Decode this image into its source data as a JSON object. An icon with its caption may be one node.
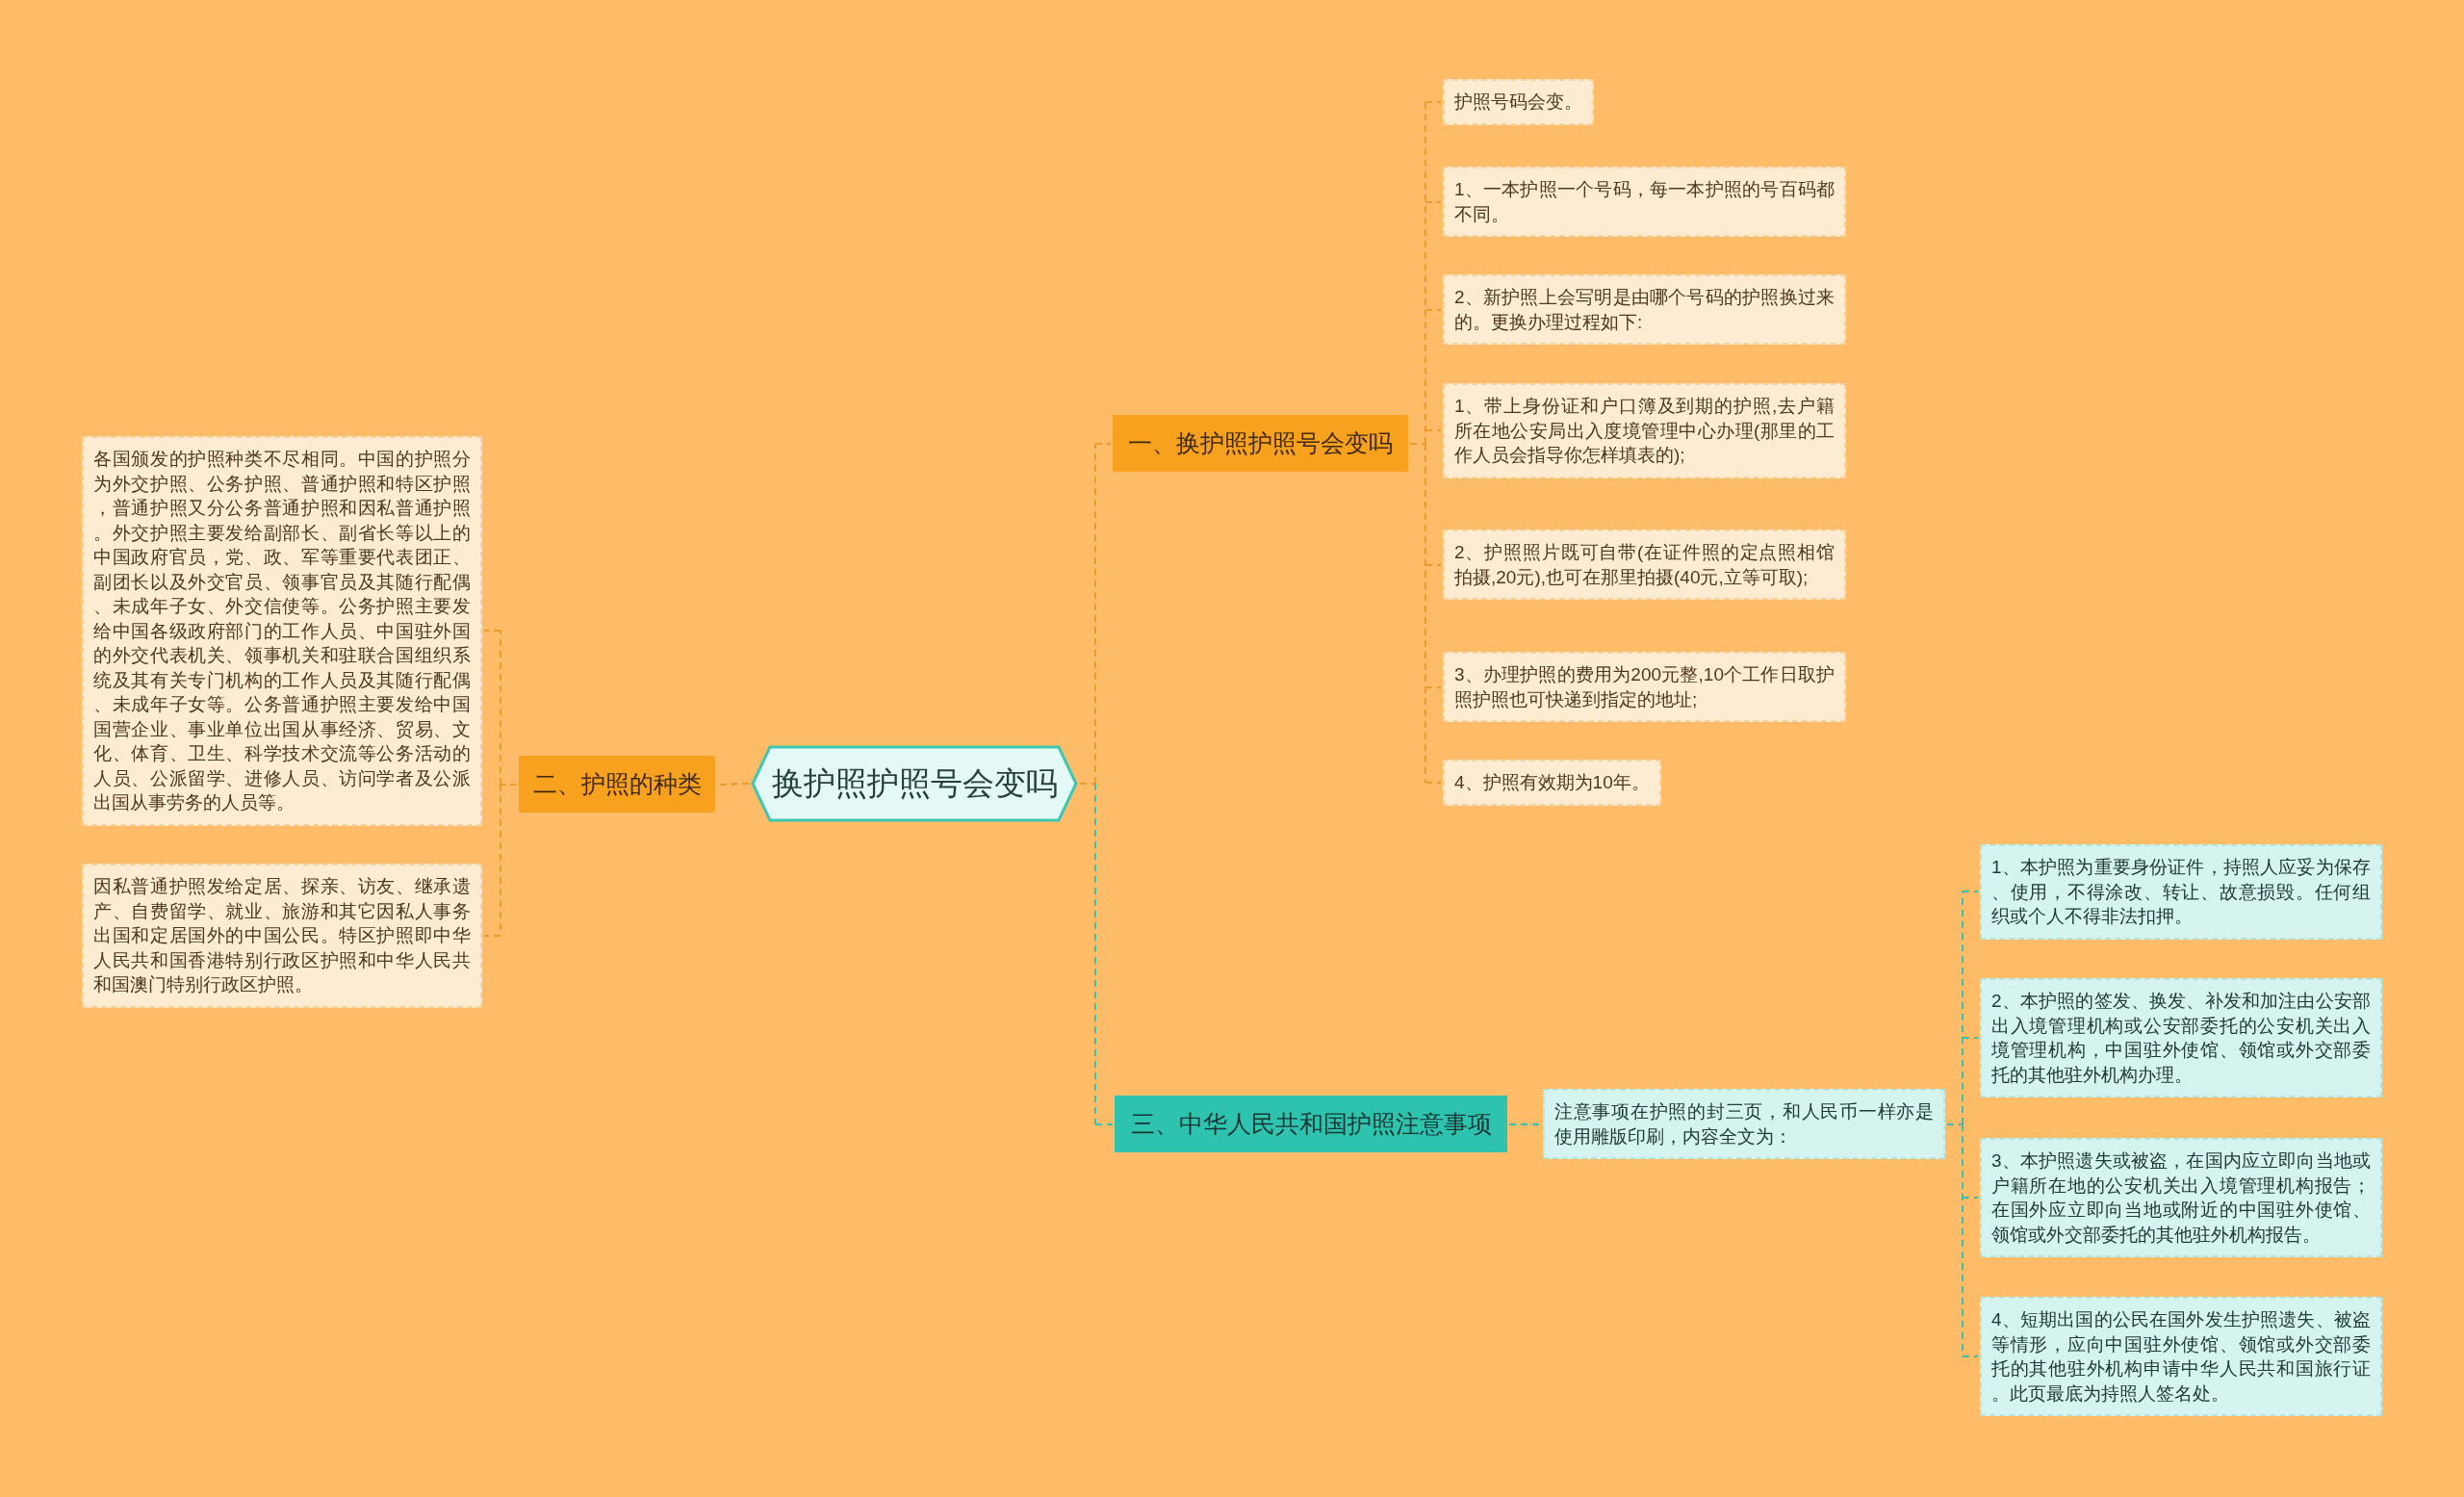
{
  "diagram": {
    "nodes": [
      {
        "text": [
          "换护照护照号会变吗"
        ]
      },
      {
        "text": [
          "一、换护照护照号会变吗"
        ]
      },
      {
        "text": [
          "护照号码会变。"
        ]
      },
      {
        "text": [
          "1、一本护照一个号码，每一本护照的号百码都不同。"
        ]
      },
      {
        "text": [
          "2、新护照上会写明是由哪个号码的护照换过来的。更换办理过程如下:"
        ]
      },
      {
        "text": [
          "1、带上身份证和户口簿及到期的护照,去户籍所在地公安局出入度境管理中心办理(那里的工作人员会指导你怎样填表的);"
        ]
      },
      {
        "text": [
          "2、护照照片既可自带(在证件照的定点照相馆拍摄,20元),也可在那里拍摄(40元,立等可取);"
        ]
      },
      {
        "text": [
          "3、办理护照的费用为200元整,10个工作日取护照护照也可快递到指定的地址;"
        ]
      },
      {
        "text": [
          "4、护照有效期为10年。"
        ]
      },
      {
        "text": [
          "二、护照的种类"
        ]
      },
      {
        "text": [
          "各国颁发的护照种类不尽相同。中国的护照分为外交护照、公务护照、普通护照和特区护照，普通护照又分公务普通护照和因私普通护照。外交护照主要发给副部长、副省长等以上的中国政府官员，党、政、军等重要代表团正、副团长以及外交官员、领事官员及其随行配偶、未成年子女、外交信使等。公务护照主要发给中国各级政府部门的工作人员、中国驻外国的外交代表机关、领事机关和驻联合国组织系统及其有关专门机构的工作人员及其随行配偶、未成年子女等。公务普通护照主要发给中国国营企业、事业单位出国从事经济、贸易、文化、体育、卫生、科学技术交流等公务活动的人员、公派留学、进修人员、访问学者及公派出国从事劳务的人员等。"
        ]
      },
      {
        "text": [
          "因私普通护照发给定居、探亲、访友、继承遗产、自费留学、就业、旅游和其它因私人事务出国和定居国外的中国公民。特区护照即中华人民共和国香港特别行政区护照和中华人民共和国澳门特别行政区护照。"
        ]
      },
      {
        "text": [
          "三、中华人民共和国护照注意事项"
        ]
      },
      {
        "text": [
          "注意事项在护照的封三页，和人民币一样亦是使用雕版印刷，内容全文为："
        ]
      },
      {
        "text": [
          "1、本护照为重要身份证件，持照人应妥为保存、使用，不得涂改、转让、故意损毁。任何组织或个人不得非法扣押。"
        ]
      },
      {
        "text": [
          "2、本护照的签发、换发、补发和加注由公安部出入境管理机构或公安部委托的公安机关出入境管理机构，中国驻外使馆、领馆或外交部委托的其他驻外机构办理。"
        ]
      },
      {
        "text": [
          "3、本护照遗失或被盗，在国内应立即向当地或户籍所在地的公安机关出入境管理机构报告；在国外应立即向当地或附近的中国驻外使馆、领馆或外交部委托的其他驻外机构报告。"
        ]
      },
      {
        "text": [
          "4、短期出国的公民在国外发生护照遗失、被盗等情形，应向中国驻外使馆、领馆或外交部委托的其他驻外机构申请中华人民共和国旅行证。此页最底为持照人签名处。"
        ]
      }
    ],
    "edges": [
      {
        "from": 0,
        "to": 1,
        "arrow": "none",
        "style": "dashed"
      },
      {
        "from": 1,
        "to": 2,
        "arrow": "none",
        "style": "dashed"
      },
      {
        "from": 1,
        "to": 3,
        "arrow": "none",
        "style": "dashed"
      },
      {
        "from": 1,
        "to": 4,
        "arrow": "none",
        "style": "dashed"
      },
      {
        "from": 1,
        "to": 5,
        "arrow": "none",
        "style": "dashed"
      },
      {
        "from": 1,
        "to": 6,
        "arrow": "none",
        "style": "dashed"
      },
      {
        "from": 1,
        "to": 7,
        "arrow": "none",
        "style": "dashed"
      },
      {
        "from": 1,
        "to": 8,
        "arrow": "none",
        "style": "dashed"
      },
      {
        "from": 0,
        "to": 9,
        "arrow": "none",
        "style": "dashed"
      },
      {
        "from": 9,
        "to": 10,
        "arrow": "none",
        "style": "dashed"
      },
      {
        "from": 9,
        "to": 11,
        "arrow": "none",
        "style": "dashed"
      },
      {
        "from": 0,
        "to": 12,
        "arrow": "none",
        "style": "dashed",
        "color": "#3cc0ad"
      },
      {
        "from": 12,
        "to": 13,
        "arrow": "none",
        "style": "dashed",
        "color": "#3cc0ad"
      },
      {
        "from": 13,
        "to": 14,
        "arrow": "none",
        "style": "dashed",
        "color": "#3cc0ad"
      },
      {
        "from": 13,
        "to": 15,
        "arrow": "none",
        "style": "dashed",
        "color": "#3cc0ad"
      },
      {
        "from": 13,
        "to": 16,
        "arrow": "none",
        "style": "dashed",
        "color": "#3cc0ad"
      },
      {
        "from": 13,
        "to": 17,
        "arrow": "none",
        "style": "dashed",
        "color": "#3cc0ad"
      }
    ]
  }
}
